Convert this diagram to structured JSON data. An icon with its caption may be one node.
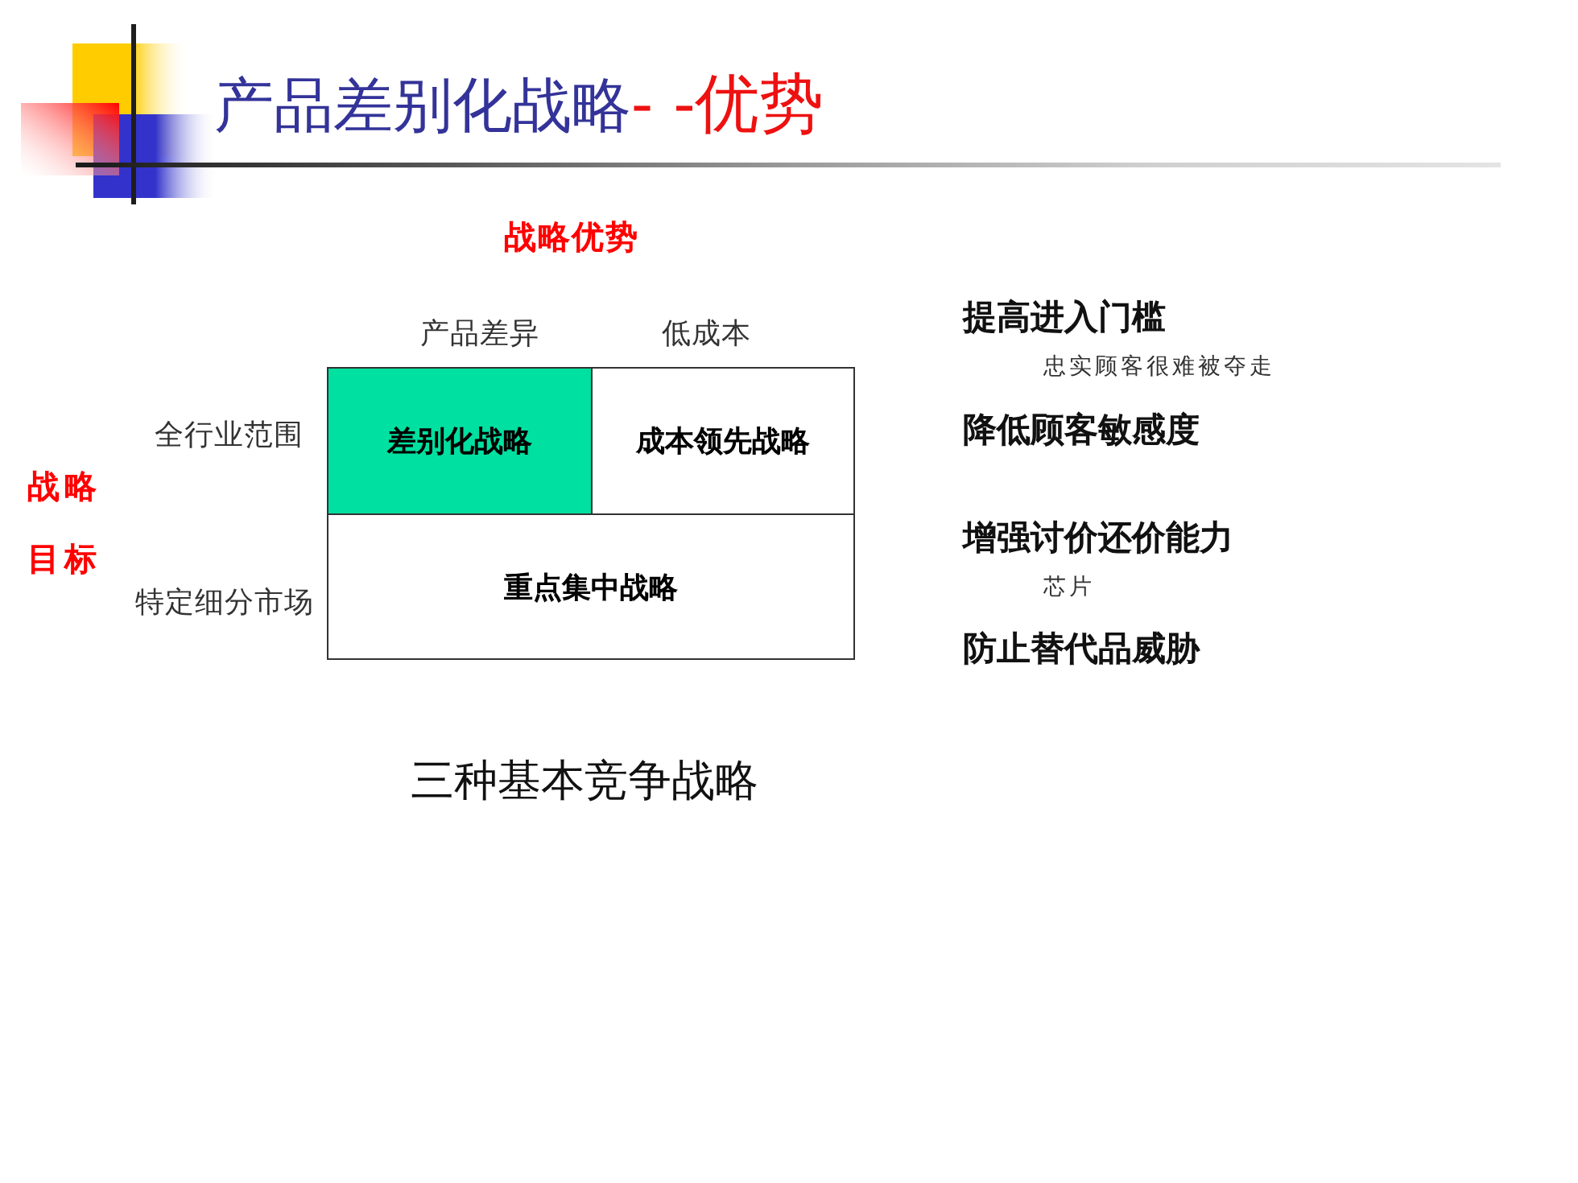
{
  "diagram": {
    "title": "产品差别化战略- -优势",
    "caption": "三种基本竞争战略",
    "nodes": [
      {
        "text": [
          "差别化战略"
        ]
      },
      {
        "text": [
          "成本领先战略"
        ]
      },
      {
        "text": [
          "重点集中战略"
        ]
      }
    ],
    "labels": [
      "战略优势",
      "产品差异",
      "低成本",
      "全行业范围",
      "战略目标",
      "特定细分市场",
      "提高进入门槛",
      "忠实顾客很难被夺走",
      "降低顾客敏感度",
      "增强讨价还价能力",
      "芯片",
      "防止替代品威胁"
    ]
  }
}
